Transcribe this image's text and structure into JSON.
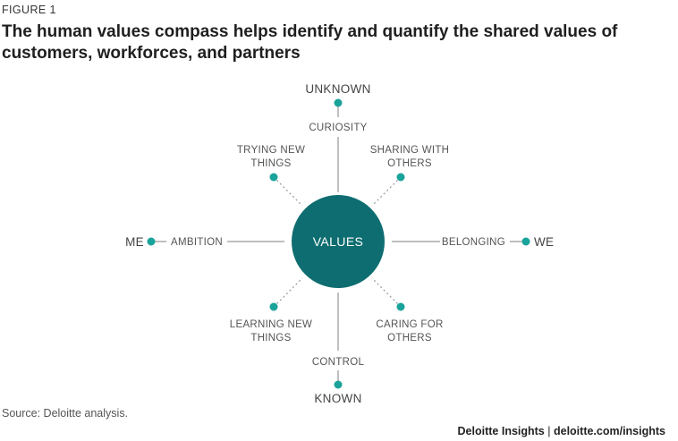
{
  "figure_label": "FIGURE 1",
  "title": "The human values compass helps identify and quantify the shared values of customers, workforces, and partners",
  "diagram": {
    "center": "VALUES",
    "poles": {
      "top": "UNKNOWN",
      "bottom": "KNOWN",
      "left": "ME",
      "right": "WE"
    },
    "axis_labels": {
      "top": "CURIOSITY",
      "bottom": "CONTROL",
      "left": "AMBITION",
      "right": "BELONGING"
    },
    "diagonals": {
      "top_left": [
        "TRYING NEW",
        "THINGS"
      ],
      "top_right": [
        "SHARING WITH",
        "OTHERS"
      ],
      "bottom_left": [
        "LEARNING NEW",
        "THINGS"
      ],
      "bottom_right": [
        "CARING FOR",
        "OTHERS"
      ]
    },
    "colors": {
      "center_fill": "#0e6d70",
      "dot": "#1aa39a",
      "line": "#aaaaaa"
    }
  },
  "source": "Source: Deloitte analysis.",
  "credit": {
    "brand": "Deloitte Insights",
    "separator": "|",
    "url": "deloitte.com/insights"
  }
}
